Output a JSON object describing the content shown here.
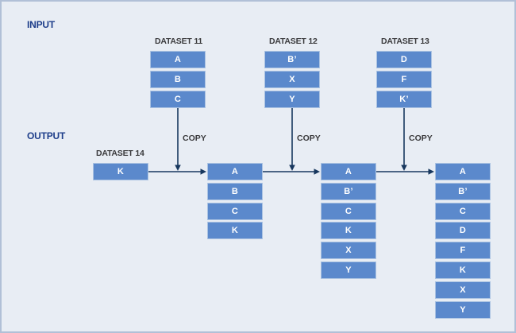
{
  "section_labels": {
    "input": "INPUT",
    "output": "OUTPUT"
  },
  "colors": {
    "background": "#e8edf4",
    "border": "#b1c0d7",
    "box_fill": "#5b89cc",
    "box_border": "#abc3e2",
    "box_text": "#ffffff",
    "heading": "#1e3e8a",
    "label": "#3a3a3c",
    "arrow": "#17375e"
  },
  "input_datasets": [
    {
      "title": "DATASET 11",
      "items": [
        "A",
        "B",
        "C"
      ],
      "copy_label": "COPY"
    },
    {
      "title": "DATASET 12",
      "items": [
        "B’",
        "X",
        "Y"
      ],
      "copy_label": "COPY"
    },
    {
      "title": "DATASET 13",
      "items": [
        "D",
        "F",
        "K’"
      ],
      "copy_label": "COPY"
    }
  ],
  "output_datasets": [
    {
      "title": "DATASET 14",
      "items": [
        "K"
      ]
    },
    {
      "title": "",
      "items": [
        "A",
        "B",
        "C",
        "K"
      ]
    },
    {
      "title": "",
      "items": [
        "A",
        "B’",
        "C",
        "K",
        "X",
        "Y"
      ]
    },
    {
      "title": "",
      "items": [
        "A",
        "B’",
        "C",
        "D",
        "F",
        "K",
        "X",
        "Y"
      ]
    }
  ]
}
